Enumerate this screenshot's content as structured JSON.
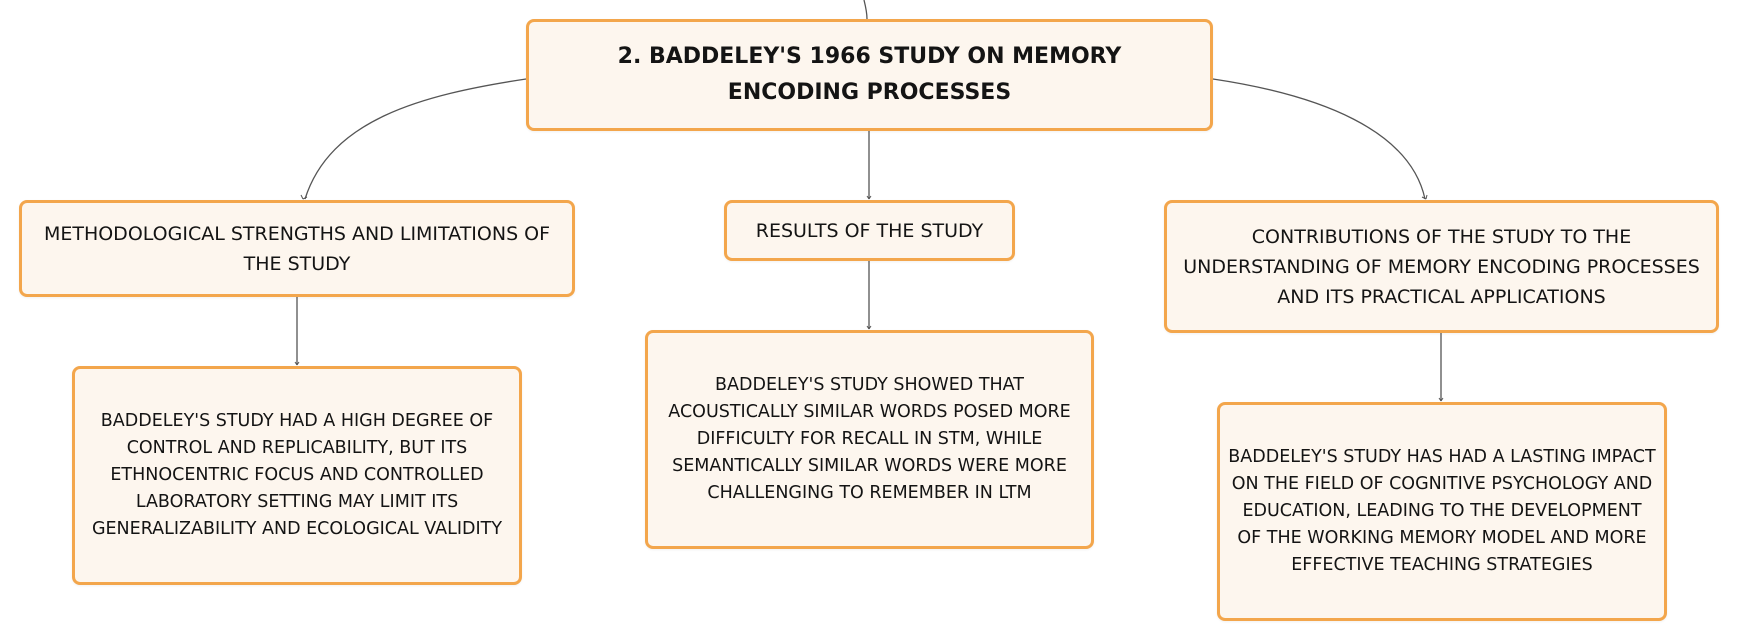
{
  "diagram": {
    "root": {
      "text": "2. BADDELEY'S 1966 STUDY ON MEMORY ENCODING PROCESSES"
    },
    "branches": [
      {
        "text": "METHODOLOGICAL STRENGTHS AND LIMITATIONS OF THE STUDY",
        "detail": "BADDELEY'S STUDY HAD A HIGH DEGREE OF CONTROL AND REPLICABILITY, BUT ITS ETHNOCENTRIC FOCUS AND CONTROLLED LABORATORY SETTING MAY LIMIT ITS GENERALIZABILITY AND ECOLOGICAL VALIDITY"
      },
      {
        "text": "RESULTS OF THE STUDY",
        "detail": "BADDELEY'S STUDY SHOWED THAT ACOUSTICALLY SIMILAR WORDS POSED MORE DIFFICULTY FOR RECALL IN STM, WHILE SEMANTICALLY SIMILAR WORDS WERE MORE CHALLENGING TO REMEMBER IN LTM"
      },
      {
        "text": "CONTRIBUTIONS OF THE STUDY TO THE UNDERSTANDING OF MEMORY ENCODING PROCESSES AND ITS PRACTICAL APPLICATIONS",
        "detail": "BADDELEY'S STUDY HAS HAD A LASTING IMPACT ON THE FIELD OF COGNITIVE PSYCHOLOGY AND EDUCATION, LEADING TO THE DEVELOPMENT OF THE WORKING MEMORY MODEL AND MORE EFFECTIVE TEACHING STRATEGIES"
      }
    ]
  },
  "style": {
    "node_fill": "#fdf6ee",
    "node_border": "#f3a64c",
    "connector": "#555555",
    "text": "#141414"
  }
}
